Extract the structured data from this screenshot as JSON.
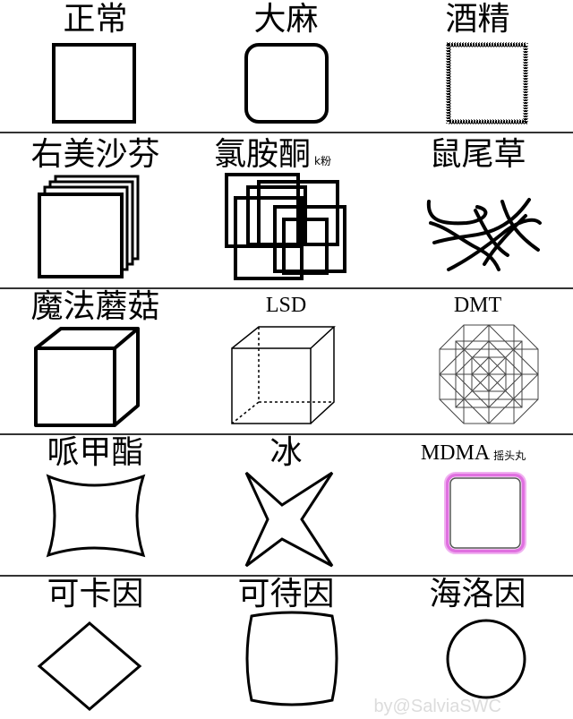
{
  "rows": [
    [
      {
        "label": "正常",
        "shape": "square-icon"
      },
      {
        "label": "大麻",
        "shape": "rounded-square-icon"
      },
      {
        "label": "酒精",
        "shape": "fuzzy-square-icon"
      }
    ],
    [
      {
        "label": "右美沙芬",
        "shape": "stacked-squares-icon"
      },
      {
        "label": "氯胺酮",
        "note": "k粉",
        "shape": "overlapping-squares-icon"
      },
      {
        "label": "鼠尾草",
        "shape": "scribble-icon"
      }
    ],
    [
      {
        "label": "魔法蘑菇",
        "shape": "solid-cube-icon"
      },
      {
        "label": "LSD",
        "shape": "wireframe-cube-icon"
      },
      {
        "label": "DMT",
        "shape": "geometric-pattern-icon"
      }
    ],
    [
      {
        "label": "哌甲酯",
        "shape": "concave-square-icon"
      },
      {
        "label": "冰",
        "shape": "four-point-star-icon"
      },
      {
        "label": "MDMA",
        "note": "摇头丸",
        "shape": "pink-glow-square-icon"
      }
    ],
    [
      {
        "label": "可卡因",
        "shape": "diamond-icon"
      },
      {
        "label": "可待因",
        "shape": "bulged-square-icon"
      },
      {
        "label": "海洛因",
        "shape": "circle-icon"
      }
    ]
  ],
  "watermark": "by@SalviaSWC",
  "colors": {
    "line": "#000000",
    "mdma_glow": "#e070e0"
  }
}
